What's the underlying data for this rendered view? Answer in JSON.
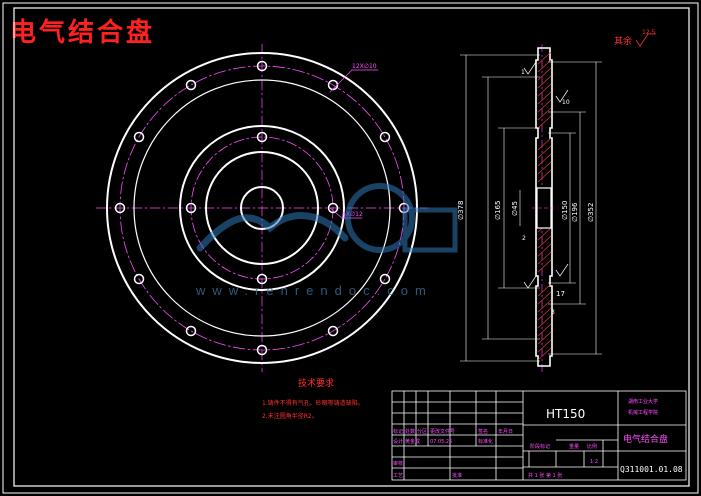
{
  "title": "电气结合盘",
  "watermark": {
    "url_text": "www.renrendoc.com"
  },
  "roughness": {
    "label": "其余",
    "value": "12.5"
  },
  "front_view": {
    "hole_note_top": "12X∅10",
    "hole_note_side": "4X∅12"
  },
  "side_view": {
    "dims": [
      "∅378",
      "∅165",
      "∅45",
      "∅150",
      "∅196",
      "∅352"
    ],
    "small_dims": [
      "1",
      "17",
      "3",
      "2",
      "10"
    ]
  },
  "tech_req": {
    "heading": "技术要求",
    "items": [
      "1.铸件不得有气孔、砂眼等铸造缺陷。",
      "2.未注圆角半径R2。"
    ]
  },
  "title_block": {
    "material": "HT150",
    "part_name": "电气结合盘",
    "drawing_no": "Q311001.01.08",
    "school": [
      "湖南工业大学",
      "机械工程学院"
    ],
    "scale": "1:2",
    "sheet": "共 1 张 第 1 张",
    "headers": [
      "标记",
      "处数",
      "分区",
      "更改文件号",
      "签名",
      "年月日"
    ],
    "row_labels": [
      "设计",
      "审核",
      "工艺"
    ],
    "designer": "黄金成",
    "date": "07.05.25",
    "std": "标准化",
    "stage": "阶段标记",
    "weight": "重量",
    "scale_label": "比例",
    "approve": "批准"
  }
}
